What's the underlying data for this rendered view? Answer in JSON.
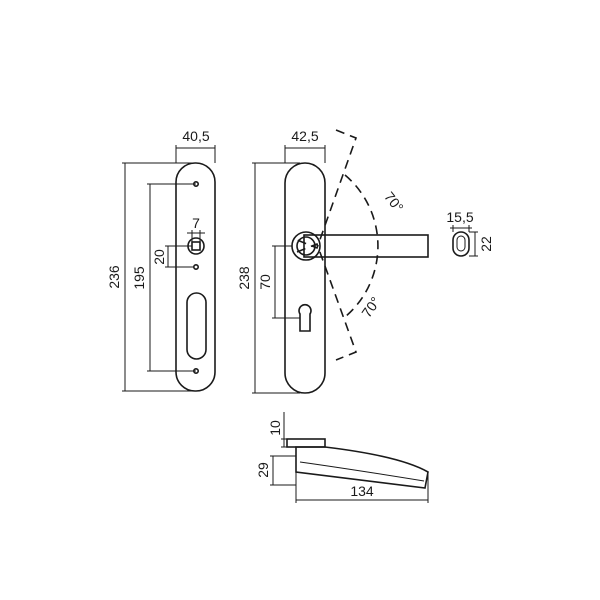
{
  "dimensions": {
    "plate_width": "40,5",
    "plate_height": "236",
    "hole_spacing": "195",
    "spindle_square": "7",
    "spindle_offset": "20",
    "handle_plate_width": "42,5",
    "handle_plate_height": "238",
    "key_offset": "70",
    "angle_upper": "70°",
    "angle_lower": "70°",
    "grip_width": "15,5",
    "grip_height": "22",
    "rose_height": "10",
    "lever_height": "29",
    "lever_length": "134"
  }
}
